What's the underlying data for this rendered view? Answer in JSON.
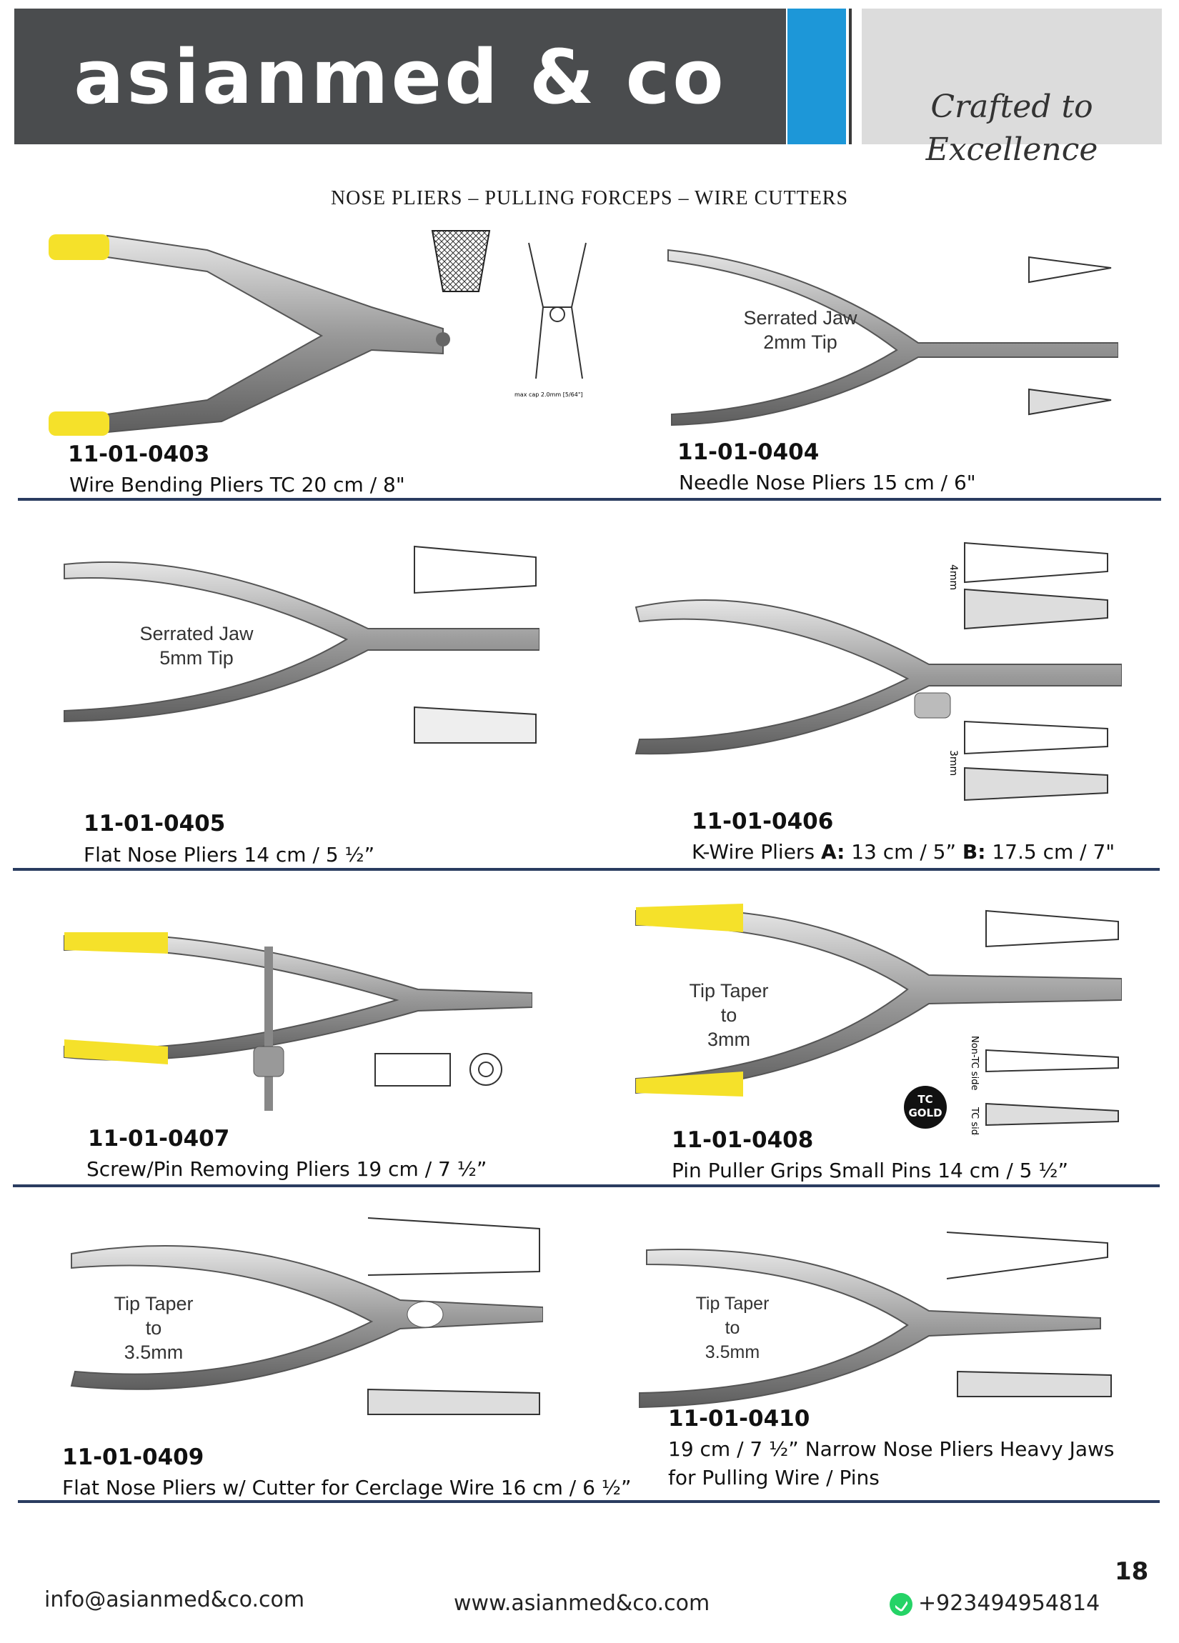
{
  "header": {
    "brand": "asianmed & co",
    "tagline": "Crafted to Excellence"
  },
  "section_title": "NOSE PLIERS – PULLING FORCEPS – WIRE CUTTERS",
  "products": [
    {
      "code": "11-01-0403",
      "desc": "Wire Bending Pliers TC 20 cm / 8\"",
      "diagram_note": "max cap 2.0mm [5/64\"]"
    },
    {
      "code": "11-01-0404",
      "desc": "Needle Nose Pliers 15 cm / 6\"",
      "callout": [
        "Serrated Jaw",
        "2mm Tip"
      ]
    },
    {
      "code": "11-01-0405",
      "desc": "Flat Nose Pliers 14 cm / 5 ½”",
      "callout": [
        "Serrated Jaw",
        "5mm Tip"
      ]
    },
    {
      "code": "11-01-0406",
      "desc_prefix": "K-Wire Pliers ",
      "desc_a_label": "A:",
      "desc_a": " 13 cm / 5” ",
      "desc_b_label": "B:",
      "desc_b": " 17.5 cm / 7\"",
      "label_4mm": "4mm",
      "label_3mm": "3mm"
    },
    {
      "code": "11-01-0407",
      "desc": "Screw/Pin Removing Pliers 19 cm / 7 ½”"
    },
    {
      "code": "11-01-0408",
      "desc": "Pin Puller Grips Small Pins 14 cm / 5 ½”",
      "callout": [
        "Tip Taper",
        "to",
        "3mm"
      ],
      "label_nontc": "Non-TC side",
      "label_tc": "TC side",
      "badge": [
        "TC",
        "GOLD"
      ]
    },
    {
      "code": "11-01-0409",
      "desc": "Flat Nose Pliers w/ Cutter for Cerclage Wire 16 cm / 6 ½”",
      "callout": [
        "Tip Taper",
        "to",
        "3.5mm"
      ]
    },
    {
      "code": "11-01-0410",
      "desc_line1": "19 cm / 7 ½” Narrow Nose Pliers Heavy Jaws",
      "desc_line2": "for Pulling Wire / Pins",
      "callout": [
        "Tip Taper",
        "to",
        "3.5mm"
      ]
    }
  ],
  "footer": {
    "email": "info@asianmed&co.com",
    "website": "www.asianmed&co.com",
    "phone": "+923494954814",
    "page_number": "18"
  }
}
